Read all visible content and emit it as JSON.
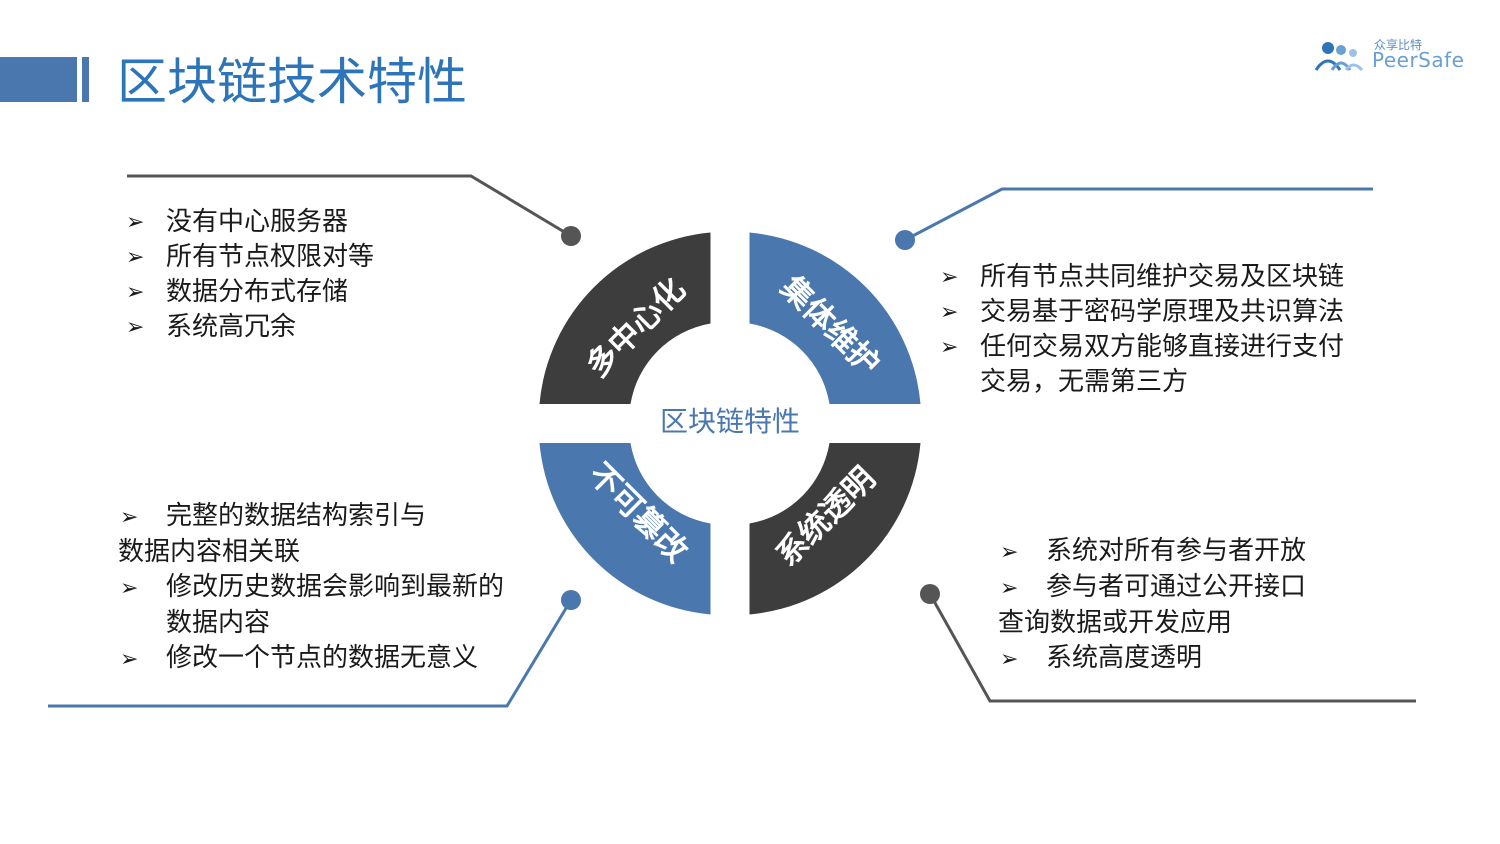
{
  "header": {
    "title": "区块链技术特性"
  },
  "logo": {
    "cn": "众享比特",
    "en": "PeerSafe"
  },
  "colors": {
    "blue": "#4a78ae",
    "dark": "#3d3d3d",
    "title": "#2e74b8"
  },
  "center_label": "区块链特性",
  "segments": {
    "top_left": "多中心化",
    "top_right": "集体维护",
    "bottom_left": "不可篡改",
    "bottom_right": "系统透明"
  },
  "bullet_glyph": "➢",
  "lists": {
    "top_left": [
      "没有中心服务器",
      "所有节点权限对等",
      "数据分布式存储",
      "系统高冗余"
    ],
    "top_right": [
      "所有节点共同维护交易及区块链",
      "交易基于密码学原理及共识算法",
      "任何交易双方能够直接进行支付",
      "交易，无需第三方"
    ],
    "bottom_left": [
      "完整的数据结构索引与",
      "数据内容相关联",
      "修改历史数据会影响到最新的",
      "数据内容",
      "修改一个节点的数据无意义"
    ],
    "bottom_right": [
      "系统对所有参与者开放",
      "参与者可通过公开接口",
      "查询数据或开发应用",
      "系统高度透明"
    ]
  }
}
